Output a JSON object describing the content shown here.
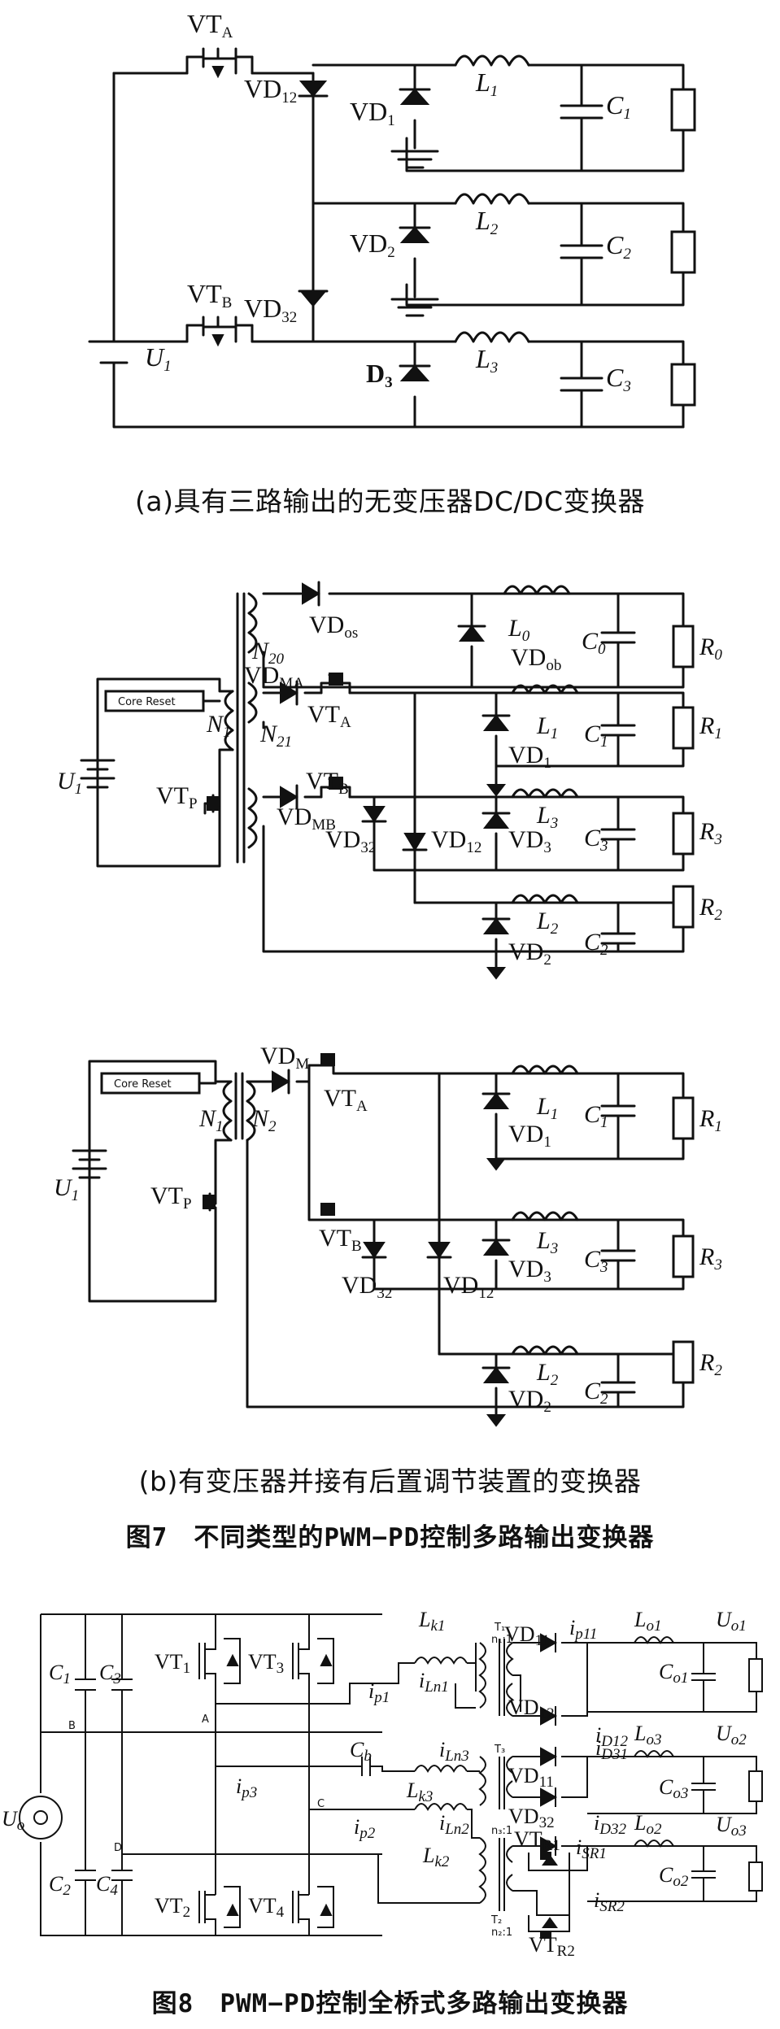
{
  "figure_a": {
    "caption": "(a)具有三路输出的无变压器DC/DC变换器",
    "labels": {
      "vta": "VT",
      "vta_sub": "A",
      "vtb": "VT",
      "vtb_sub": "B",
      "vd12": "VD",
      "vd12_sub": "12",
      "vd32": "VD",
      "vd32_sub": "32",
      "vd1": "VD",
      "vd1_sub": "1",
      "vd2": "VD",
      "vd2_sub": "2",
      "d3": "D",
      "d3_sub": "3",
      "l1": "L",
      "l1_sub": "1",
      "l2": "L",
      "l2_sub": "2",
      "l3": "L",
      "l3_sub": "3",
      "c1": "C",
      "c1_sub": "1",
      "c2": "C",
      "c2_sub": "2",
      "c3": "C",
      "c3_sub": "3",
      "u1": "U",
      "u1_sub": "1"
    }
  },
  "figure_b": {
    "caption": "(b)有变压器并接有后置调节装置的变换器",
    "core_reset": "Core Reset",
    "labels": {
      "vdos": "VD",
      "vdos_sub": "os",
      "vdob": "VD",
      "vdob_sub": "ob",
      "l0": "L",
      "l0_sub": "0",
      "c0": "C",
      "c0_sub": "0",
      "r0": "R",
      "r0_sub": "0",
      "n20": "N",
      "n20_sub": "20",
      "n21": "N",
      "n21_sub": "21",
      "n1": "N",
      "n1_sub": "1",
      "n2": "N",
      "n2_sub": "2",
      "vdma": "VD",
      "vdma_sub": "MA",
      "vdmb": "VD",
      "vdmb_sub": "MB",
      "vdm": "VD",
      "vdm_sub": "M",
      "vta": "VT",
      "vta_sub": "A",
      "vtb": "VT",
      "vtb_sub": "B",
      "vtp": "VT",
      "vtp_sub": "P",
      "u1": "U",
      "u1_sub": "1",
      "vd1": "VD",
      "vd1_sub": "1",
      "vd2": "VD",
      "vd2_sub": "2",
      "vd3": "VD",
      "vd3_sub": "3",
      "vd12": "VD",
      "vd12_sub": "12",
      "vd32": "VD",
      "vd32_sub": "32",
      "l1": "L",
      "l1_sub": "1",
      "l2": "L",
      "l2_sub": "2",
      "l3": "L",
      "l3_sub": "3",
      "c1": "C",
      "c1_sub": "1",
      "c2": "C",
      "c2_sub": "2",
      "c3": "C",
      "c3_sub": "3",
      "r1": "R",
      "r1_sub": "1",
      "r2": "R",
      "r2_sub": "2",
      "r3": "R",
      "r3_sub": "3"
    }
  },
  "figure7_caption": "图7　不同类型的PWM−PD控制多路输出变换器",
  "figure8": {
    "caption": "图8　PWM−PD控制全桥式多路输出变换器",
    "labels": {
      "c1": "C",
      "c1_sub": "1",
      "c2": "C",
      "c2_sub": "2",
      "c3": "C",
      "c3_sub": "3",
      "c4": "C",
      "c4_sub": "4",
      "cb": "C",
      "cb_sub": "b",
      "uo": "U",
      "uo_sub": "o",
      "vt1": "VT",
      "vt1_sub": "1",
      "vt2": "VT",
      "vt2_sub": "2",
      "vt3": "VT",
      "vt3_sub": "3",
      "vt4": "VT",
      "vt4_sub": "4",
      "node_a": "A",
      "node_b": "B",
      "node_c": "C",
      "node_d": "D",
      "ip1": "i",
      "ip1_sub": "p1",
      "ip2": "i",
      "ip2_sub": "p2",
      "ip3": "i",
      "ip3_sub": "p3",
      "lk1": "L",
      "lk1_sub": "k1",
      "lk2": "L",
      "lk2_sub": "k2",
      "lk3": "L",
      "lk3_sub": "k3",
      "iln1": "i",
      "iln1_sub": "Ln1",
      "iln2": "i",
      "iln2_sub": "Ln2",
      "iln3": "i",
      "iln3_sub": "Ln3",
      "t1": "T₁",
      "t2": "T₂",
      "t3": "T₃",
      "n1": "n₁:1",
      "n2": "n₂:1",
      "n3": "n₃:1",
      "vd11a": "VD",
      "vd11a_sub": "11",
      "vd12": "VD",
      "vd12_sub": "12",
      "vd11b": "VD",
      "vd11b_sub": "11",
      "vd32": "VD",
      "vd32_sub": "32",
      "ip11": "i",
      "ip11_sub": "p11",
      "id12": "i",
      "id12_sub": "D12",
      "id31": "i",
      "id31_sub": "D31",
      "id32": "i",
      "id32_sub": "D32",
      "isr1": "i",
      "isr1_sub": "SR1",
      "isr2": "i",
      "isr2_sub": "SR2",
      "vtr1": "VT",
      "vtr1_sub": "R1",
      "vtr2": "VT",
      "vtr2_sub": "R2",
      "lo1": "L",
      "lo1_sub": "o1",
      "lo2": "L",
      "lo2_sub": "o2",
      "lo3": "L",
      "lo3_sub": "o3",
      "co1": "C",
      "co1_sub": "o1",
      "co2": "C",
      "co2_sub": "o2",
      "co3": "C",
      "co3_sub": "o3",
      "uo1": "U",
      "uo1_sub": "o1",
      "uo2": "U",
      "uo2_sub": "o2",
      "uo3": "U",
      "uo3_sub": "o3"
    }
  }
}
